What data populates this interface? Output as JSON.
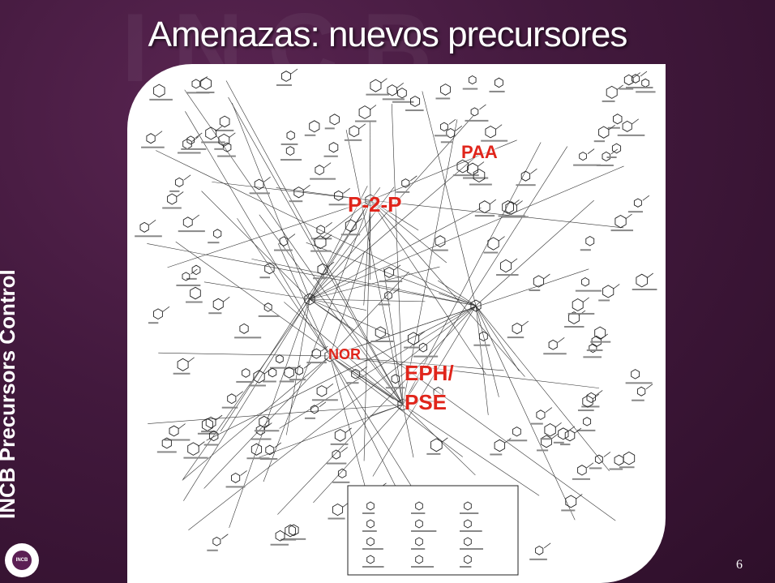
{
  "slide": {
    "title": "Amenazas: nuevos precursores",
    "sidebar_text": "INCB Precursors Control",
    "logo_text": "INCB",
    "page_number": "6"
  },
  "diagram": {
    "labels": {
      "paa": "PAA",
      "p2p": "P-2-P",
      "nor": "NOR",
      "eph_line1": "EPH/",
      "eph_line2": "PSE"
    }
  },
  "colors": {
    "background": "#3d1737",
    "label_red": "#e0251b",
    "panel": "#ffffff"
  }
}
